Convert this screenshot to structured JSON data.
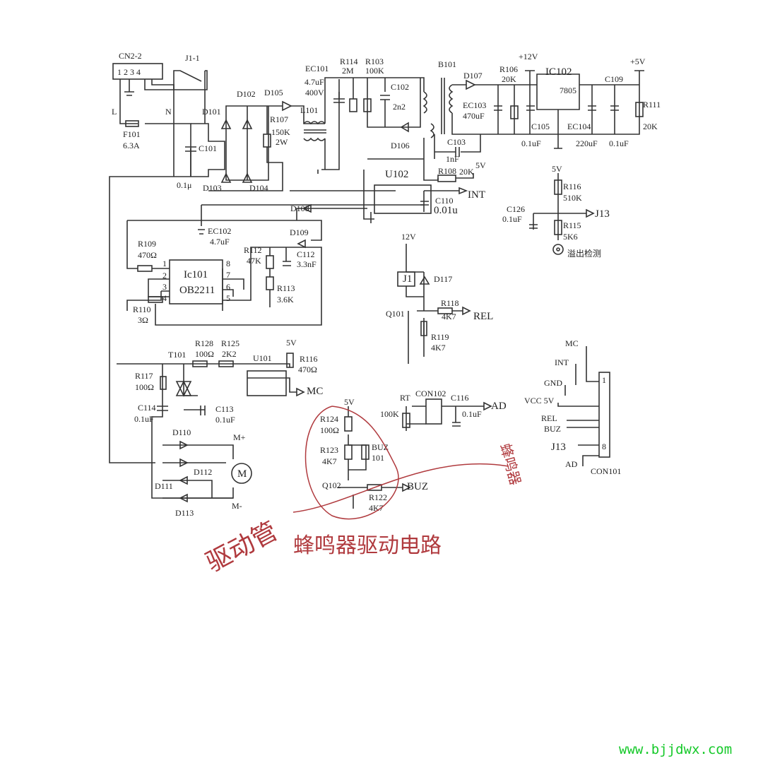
{
  "labels": {
    "cn2": "CN2-2",
    "cn2pins": "1 2 3 4",
    "j11": "J1-1",
    "L": "L",
    "N": "N",
    "f101": "F101",
    "f101v": "6.3A",
    "c101": "C101",
    "c101v": "0.1μ",
    "d101": "D101",
    "d102": "D102",
    "d105": "D105",
    "d103": "D103",
    "d104": "D104",
    "r107": "R107",
    "r107v": "150K",
    "r107w": "2W",
    "l101": "L101",
    "ec101": "EC101",
    "ec101v": "4.7uF",
    "ec101w": "400V",
    "r114": "R114",
    "r114v": "2M",
    "r103": "R103",
    "r103v": "100K",
    "c102": "C102",
    "c102v": "2n2",
    "d106": "D106",
    "b101": "B101",
    "d107": "D107",
    "ec103": "EC103",
    "ec103v": "470uF",
    "r106": "R106",
    "r106v": "20K",
    "p12v": "+12V",
    "ic102": "IC102",
    "ic102v": "7805",
    "c109": "C109",
    "p5v": "+5V",
    "r111": "R111",
    "r111v": "20K",
    "c105": "C105",
    "ec104": "EC104",
    "c105v": "0.1uF",
    "ec104v": "220uF",
    "c109v": "0.1uF",
    "c103": "C103",
    "c103v": "1nF",
    "r108": "R108",
    "r108v": "20K",
    "v5a": "5V",
    "u102": "U102",
    "c110": "C110",
    "c110v": "0.01u",
    "int": "INT",
    "v5b": "5V",
    "r116a": "R116",
    "r116av": "510K",
    "c126": "C126",
    "c126v": "0.1uF",
    "j13": "J13",
    "r115": "R115",
    "r115v": "5K6",
    "overflow": "溢出检测",
    "d108": "D108",
    "d109": "D109",
    "ec102": "EC102",
    "ec102v": "4.7uF",
    "r109": "R109",
    "r109v": "470Ω",
    "r112": "R112",
    "r112v": "47K",
    "c112": "C112",
    "c112v": "3.3nF",
    "ic101": "Ic101",
    "ic101v": "OB2211",
    "p1": "1",
    "p2": "2",
    "p3": "3",
    "p4": "4",
    "p8": "8",
    "p7": "7",
    "p6": "6",
    "p5": "5",
    "r113": "R113",
    "r113v": "3.6K",
    "r110": "R110",
    "r110v": "3Ω",
    "v12": "12V",
    "j1": "J1",
    "d117": "D117",
    "q101": "Q101",
    "r118": "R118",
    "r118v": "4K7",
    "rel": "REL",
    "r119": "R119",
    "r119v": "4K7",
    "t101": "T101",
    "r128": "R128",
    "r128v": "100Ω",
    "r125": "R125",
    "r125v": "2K2",
    "v5c": "5V",
    "r116b": "R116",
    "r116bv": "470Ω",
    "u101": "U101",
    "mc": "MC",
    "r117": "R117",
    "r117v": "100Ω",
    "c114": "C114",
    "c114v": "0.1uF",
    "c113": "C113",
    "c113v": "0.1uF",
    "d110": "D110",
    "mplus": "M+",
    "d112": "D112",
    "d111": "D111",
    "d113": "D113",
    "mminus": "M-",
    "motor": "M",
    "rt": "RT",
    "con102": "CON102",
    "c116": "C116",
    "rtv": "100K",
    "c116v": "0.1uF",
    "ad": "AD",
    "v5d": "5V",
    "r124": "R124",
    "r124v": "100Ω",
    "r123": "R123",
    "r123v": "4K7",
    "buz1": "BUZ",
    "buz1v": "101",
    "q102": "Q102",
    "r122": "R122",
    "r122v": "4K7",
    "buz2": "BUZ",
    "cmc": "MC",
    "cint": "INT",
    "cgnd": "GND",
    "cvcc": "VCC 5V",
    "crel": "REL",
    "cbuz": "BUZ",
    "cj13": "J13",
    "cad": "AD",
    "cp1": "1",
    "cp8": "8",
    "con101": "CON101"
  },
  "annotations": {
    "driver_tube": "驱动管",
    "buzzer_driver_circuit": "蜂鸣器驱动电路",
    "buzzer": "蜂鸣器"
  },
  "watermark": "www.bjjdwx.com",
  "colors": {
    "ink": "#333333",
    "annotation": "#b03a3e",
    "watermark": "#16c92a"
  }
}
